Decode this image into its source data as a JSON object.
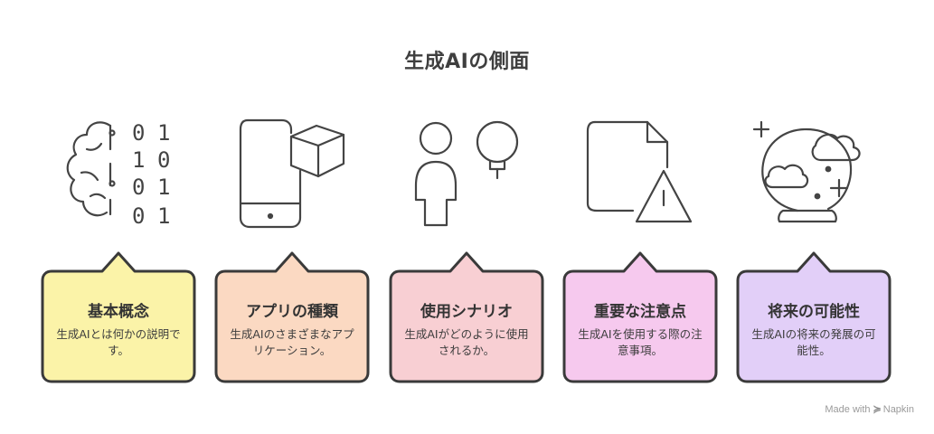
{
  "title": "生成AIの側面",
  "cards": [
    {
      "heading": "基本概念",
      "desc": "生成AIとは何かの説明です。",
      "color": "#fbf3a8",
      "icon": "brain-binary-icon"
    },
    {
      "heading": "アプリの種類",
      "desc": "生成AIのさまざまなアプリケーション。",
      "color": "#fbd9c2",
      "icon": "phone-cube-icon"
    },
    {
      "heading": "使用シナリオ",
      "desc": "生成AIがどのように使用されるか。",
      "color": "#f8cfd3",
      "icon": "person-lightbulb-icon"
    },
    {
      "heading": "重要な注意点",
      "desc": "生成AIを使用する際の注意事項。",
      "color": "#f6c9ee",
      "icon": "document-warning-icon"
    },
    {
      "heading": "将来の可能性",
      "desc": "生成AIの将来の発展の可能性。",
      "color": "#e2cff8",
      "icon": "crystal-ball-icon"
    }
  ],
  "binary_digits": [
    [
      "0",
      "1"
    ],
    [
      "1",
      "0"
    ],
    [
      "0",
      "1"
    ],
    [
      "0",
      "1"
    ]
  ],
  "footer": {
    "made_with": "Made with",
    "brand": "Napkin"
  }
}
